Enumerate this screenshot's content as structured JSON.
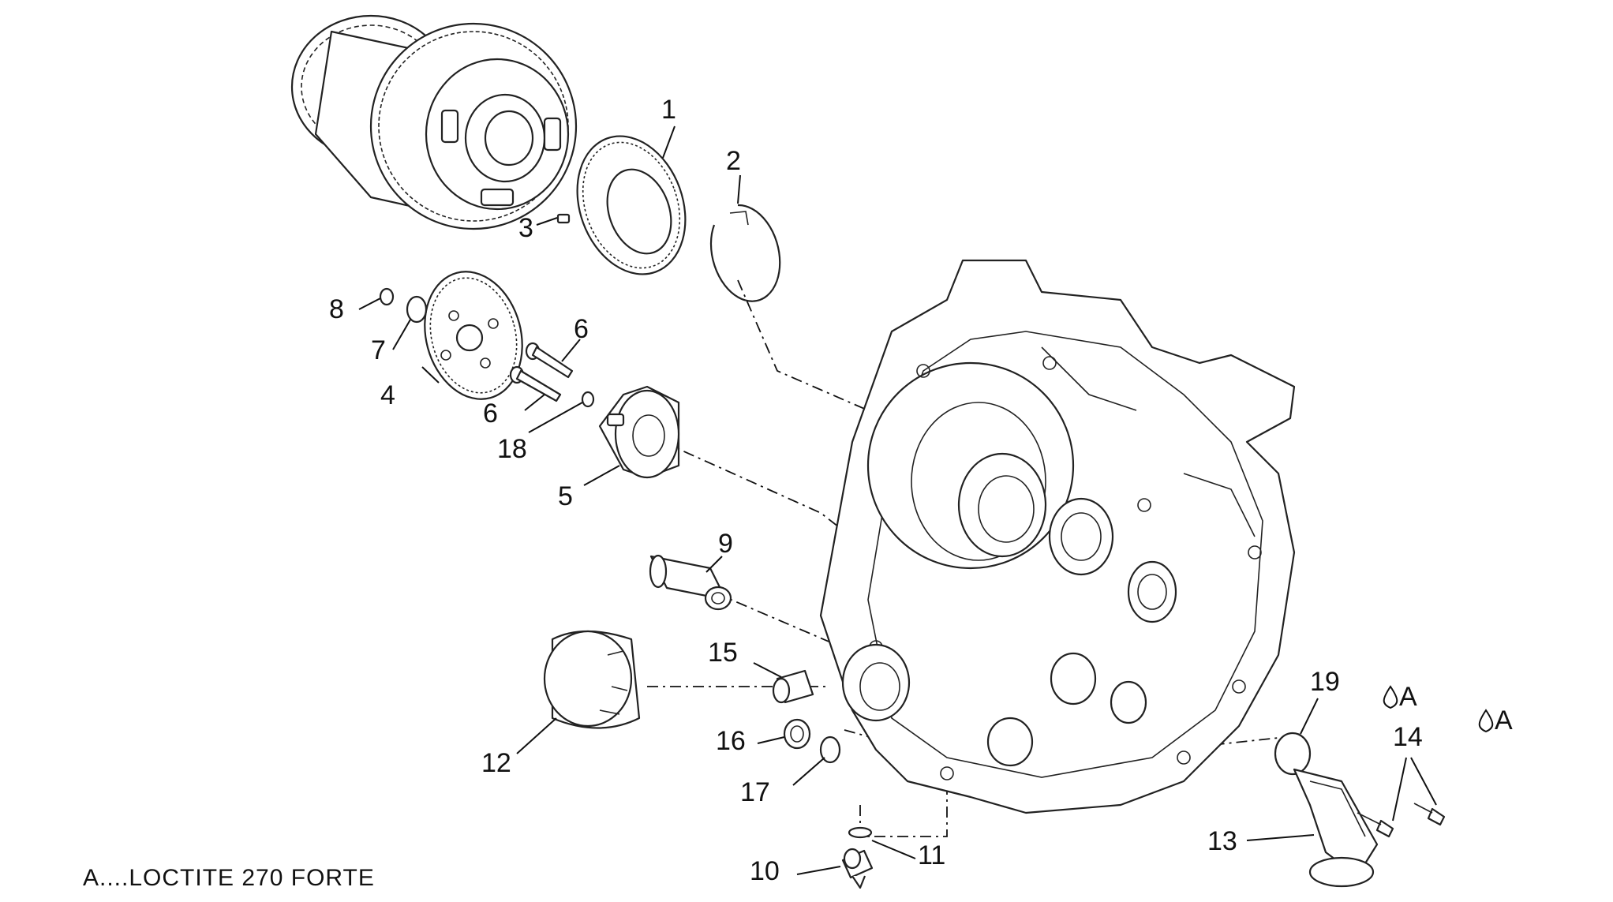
{
  "note": "A....LOCTITE 270  FORTE",
  "callouts": [
    {
      "id": "1"
    },
    {
      "id": "2"
    },
    {
      "id": "3"
    },
    {
      "id": "4"
    },
    {
      "id": "5"
    },
    {
      "id": "6"
    },
    {
      "id": "6"
    },
    {
      "id": "7"
    },
    {
      "id": "8"
    },
    {
      "id": "9"
    },
    {
      "id": "10"
    },
    {
      "id": "11"
    },
    {
      "id": "12"
    },
    {
      "id": "13"
    },
    {
      "id": "14"
    },
    {
      "id": "15"
    },
    {
      "id": "16"
    },
    {
      "id": "17"
    },
    {
      "id": "18"
    },
    {
      "id": "19"
    }
  ],
  "loctite_marks": [
    {
      "letter": "A"
    },
    {
      "letter": "A"
    }
  ]
}
